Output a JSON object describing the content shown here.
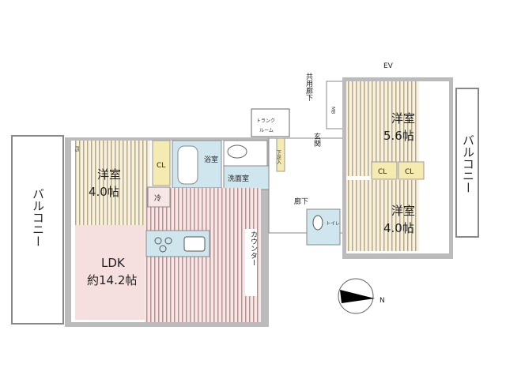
{
  "rooms": {
    "western_room_left": {
      "name": "洋室",
      "size": "4.0帖"
    },
    "ldk": {
      "name": "LDK",
      "size": "約14.2帖"
    },
    "western_room_large": {
      "name": "洋室",
      "size": "5.6帖"
    },
    "western_room_right": {
      "name": "洋室",
      "size": "4.0帖"
    },
    "bathroom": "浴室",
    "washroom": "洗面室",
    "entrance": "玄関",
    "hallway": "廊下",
    "toilet": "トイレ",
    "trunk_room_line1": "トランク",
    "trunk_room_line2": "ルーム",
    "counter": "カウンター",
    "closet": "CL",
    "fridge": "冷",
    "balcony": "バルコニー",
    "common_corridor": "共用廊下",
    "mb": "MB",
    "ps": "PS",
    "ev": "EV",
    "shoe_box": "下足入"
  },
  "compass": {
    "label": "N"
  },
  "colors": {
    "room_stripe": "#e8dcc0",
    "ldk_pink": "#f6dede",
    "wet_blue": "#cfe6ee",
    "closet_yellow": "#f5eab0",
    "wall_gray": "#bbbbbb"
  }
}
